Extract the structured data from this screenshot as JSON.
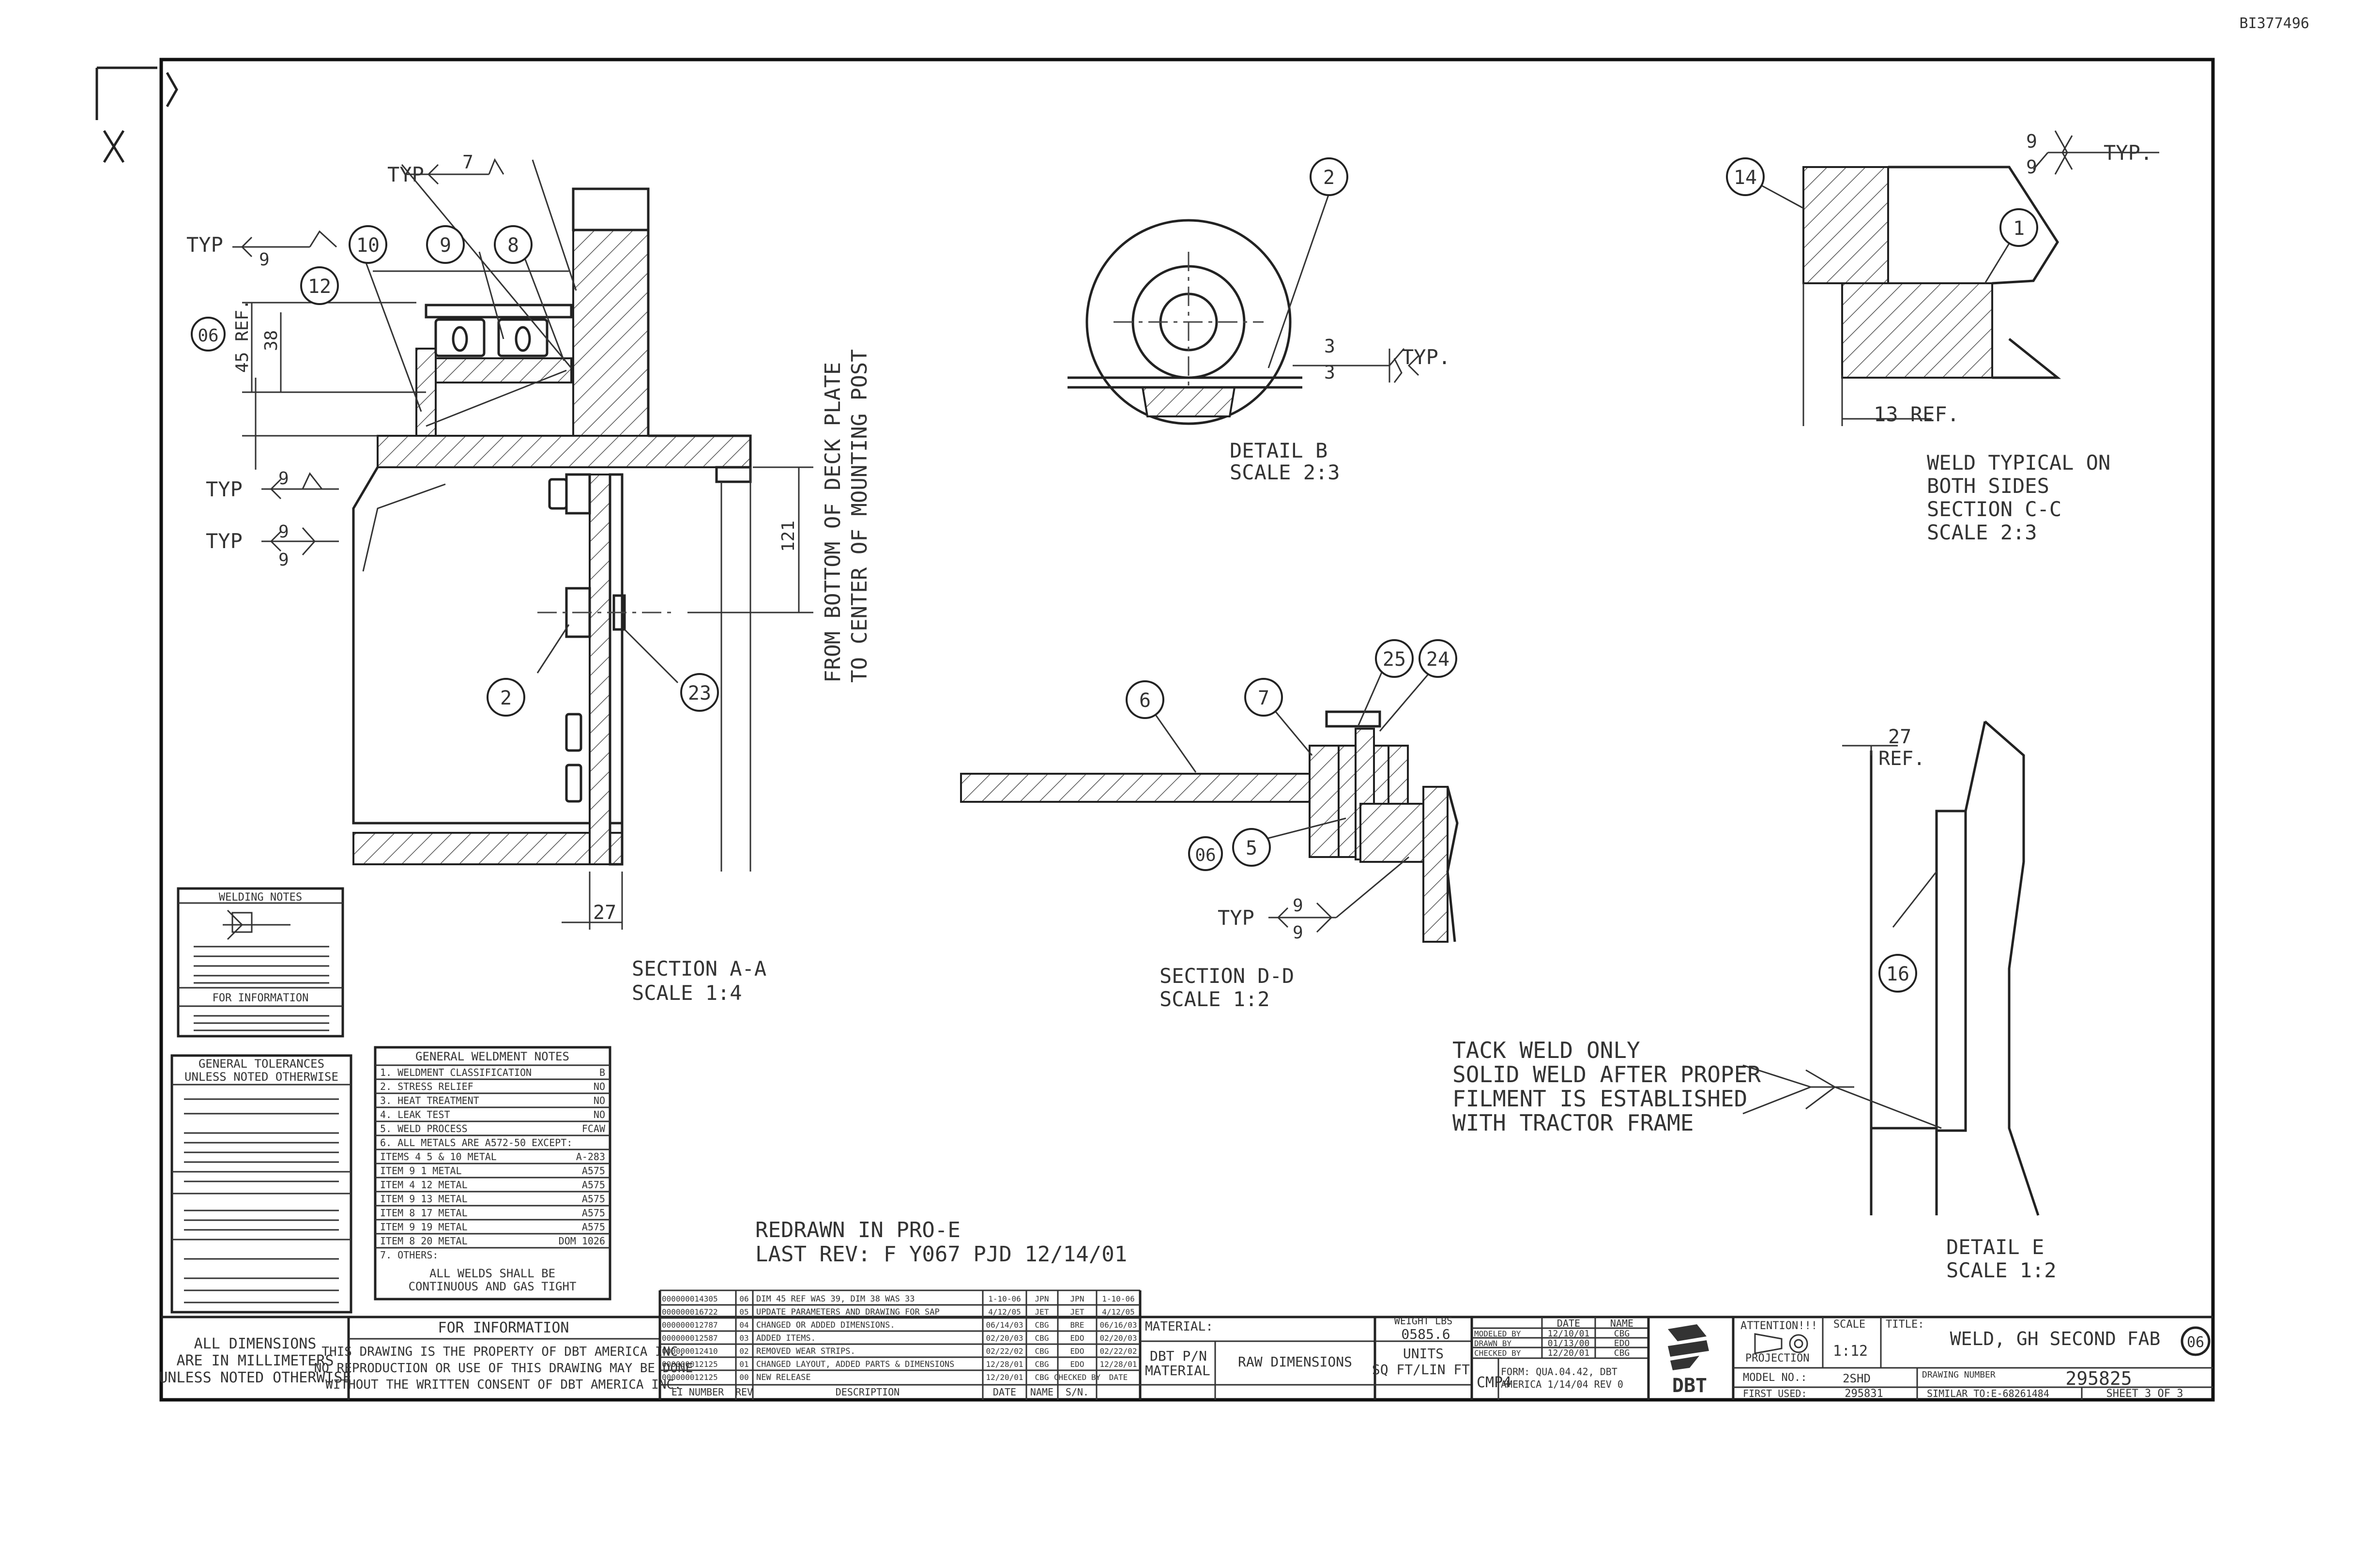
{
  "doc_id": "BI377496",
  "views": {
    "section_aa": {
      "title": "SECTION  A-A",
      "scale": "SCALE  1:4"
    },
    "detail_b": {
      "title": "DETAIL  B",
      "scale": "SCALE  2:3"
    },
    "section_cc": {
      "line1": "WELD TYPICAL ON",
      "line2": "BOTH SIDES",
      "title": "SECTION  C-C",
      "scale": "SCALE  2:3"
    },
    "section_dd": {
      "title": "SECTION  D-D",
      "scale": "SCALE  1:2"
    },
    "detail_e": {
      "title": "DETAIL  E",
      "scale": "SCALE  1:2"
    }
  },
  "callouts": {
    "c10": "10",
    "c9": "9",
    "c8": "8",
    "c12": "12",
    "c06a": "06",
    "c2a": "2",
    "c23": "23",
    "c2b": "2",
    "c14": "14",
    "c1": "1",
    "c6": "6",
    "c7": "7",
    "c25": "25",
    "c24": "24",
    "c5": "5",
    "c06b": "06",
    "c16": "16",
    "rev": "06"
  },
  "dims": {
    "d45": "45 REF.",
    "d38": "38",
    "d121": "121",
    "d27a": "27",
    "d13": "13 REF.",
    "d27b": "27",
    "ref": "REF."
  },
  "weld": {
    "typ": "TYP",
    "typ_dot": "TYP.",
    "w7": "7",
    "w9": "9",
    "w3": "3"
  },
  "notes": {
    "vertical1": "FROM BOTTOM OF DECK PLATE",
    "vertical2": "TO CENTER OF MOUNTING POST",
    "tack1": "TACK WELD ONLY",
    "tack2": "SOLID WELD AFTER PROPER",
    "tack3": "FILMENT IS ESTABLISHED",
    "tack4": "WITH TRACTOR FRAME",
    "redrawn1": "REDRAWN IN PRO-E",
    "redrawn2": "LAST REV: F Y067 PJD 12/14/01"
  },
  "welding_notes": {
    "title": "WELDING NOTES",
    "for_info": "FOR INFORMATION"
  },
  "general_tolerances": {
    "title1": "GENERAL TOLERANCES",
    "title2": "UNLESS NOTED OTHERWISE"
  },
  "weldment_notes": {
    "title": "GENERAL WELDMENT NOTES",
    "rows": [
      {
        "label": "1. WELDMENT CLASSIFICATION",
        "value": "B"
      },
      {
        "label": "2. STRESS RELIEF",
        "value": "NO"
      },
      {
        "label": "3. HEAT TREATMENT",
        "value": "NO"
      },
      {
        "label": "4. LEAK TEST",
        "value": "NO"
      },
      {
        "label": "5. WELD PROCESS",
        "value": "FCAW"
      },
      {
        "label": "6. ALL METALS ARE  A572-50  EXCEPT:",
        "value": ""
      },
      {
        "label": "ITEMS 4  5 & 10 METAL",
        "value": "A-283"
      },
      {
        "label": "ITEM 9       1   METAL",
        "value": "A575"
      },
      {
        "label": "ITEM 4      12   METAL",
        "value": "A575"
      },
      {
        "label": "ITEM 9      13   METAL",
        "value": "A575"
      },
      {
        "label": "ITEM 8      17   METAL",
        "value": "A575"
      },
      {
        "label": "ITEM 9      19   METAL",
        "value": "A575"
      },
      {
        "label": "ITEM 8      20   METAL",
        "value": "DOM 1026"
      },
      {
        "label": "7. OTHERS:",
        "value": ""
      }
    ],
    "footer1": "ALL WELDS SHALL BE",
    "footer2": "CONTINUOUS AND GAS TIGHT"
  },
  "title_block": {
    "all_dims1": "ALL DIMENSIONS",
    "all_dims2": "ARE IN MILLIMETERS",
    "all_dims3": "UNLESS NOTED OTHERWISE",
    "for_info": "FOR INFORMATION",
    "prop1": "THIS DRAWING IS THE PROPERTY OF DBT AMERICA INC.",
    "prop2": "NO REPRODUCTION OR USE OF THIS DRAWING MAY BE DONE",
    "prop3": "WITHOUT THE WRITTEN CONSENT OF DBT AMERICA INC.",
    "revisions": [
      {
        "ei": "000000014305",
        "rev": "06",
        "desc": "DIM 45 REF WAS 39, DIM 38 WAS 33",
        "date": "1-10-06",
        "name": "JPN",
        "ch": "JPN",
        "ckdate": "1-10-06"
      },
      {
        "ei": "000000016722",
        "rev": "05",
        "desc": "UPDATE PARAMETERS AND DRAWING FOR SAP",
        "date": "4/12/05",
        "name": "JET",
        "ch": "JET",
        "ckdate": "4/12/05"
      },
      {
        "ei": "000000012787",
        "rev": "04",
        "desc": "CHANGED OR ADDED DIMENSIONS.",
        "date": "06/14/03",
        "name": "CBG",
        "ch": "BRE",
        "ckdate": "06/16/03"
      },
      {
        "ei": "000000012587",
        "rev": "03",
        "desc": "ADDED ITEMS.",
        "date": "02/20/03",
        "name": "CBG",
        "ch": "EDO",
        "ckdate": "02/20/03"
      },
      {
        "ei": "000000012410",
        "rev": "02",
        "desc": "REMOVED WEAR STRIPS.",
        "date": "02/22/02",
        "name": "CBG",
        "ch": "EDO",
        "ckdate": "02/22/02"
      },
      {
        "ei": "000000012125",
        "rev": "01",
        "desc": "CHANGED LAYOUT, ADDED PARTS & DIMENSIONS",
        "date": "12/28/01",
        "name": "CBG",
        "ch": "EDO",
        "ckdate": "12/28/01"
      },
      {
        "ei": "000000012125",
        "rev": "00",
        "desc": "NEW RELEASE",
        "date": "12/20/01",
        "name": "CBG",
        "ch": "CHECKED BY",
        "ckdate": "DATE"
      }
    ],
    "rev_header": {
      "ei": "EI NUMBER",
      "rev": "REV",
      "desc": "DESCRIPTION",
      "date": "DATE",
      "name": "NAME",
      "ch": "S/N."
    },
    "material_label": "MATERIAL:",
    "dbt_pn": "DBT P/N",
    "material": "MATERIAL",
    "raw_dims": "RAW DIMENSIONS",
    "weight_label": "WEIGHT LBS",
    "weight": "0585.6",
    "units_label": "UNITS",
    "units": "SQ FT/LIN FT",
    "date_label": "DATE",
    "name_label": "NAME",
    "modeled_by": "MODELED BY",
    "modeled_date": "12/10/01",
    "modeled_name": "CBG",
    "drawn_by": "DRAWN BY",
    "drawn_date": "01/13/00",
    "drawn_name": "EDO",
    "checked_by": "CHECKED BY",
    "checked_date": "12/20/01",
    "checked_name": "CBG",
    "cmp": "CMP4",
    "form": "FORM: QUA.04.42, DBT",
    "form2": "AMERICA 1/14/04 REV 0",
    "company": "DBT",
    "attention": "ATTENTION!!!",
    "projection": "PROJECTION",
    "scale_label": "SCALE",
    "scale": "1:12",
    "title_label": "TITLE:",
    "title": "WELD, GH SECOND FAB",
    "rev_circle": "06",
    "model_no_label": "MODEL NO.:",
    "model_no": "2SHD",
    "drawing_number_label": "DRAWING NUMBER",
    "drawing_number": "295825",
    "first_used_label": "FIRST USED:",
    "first_used": "295831",
    "similar_to": "SIMILAR TO:E-68261484",
    "sheet": "SHEET 3 OF 3"
  }
}
